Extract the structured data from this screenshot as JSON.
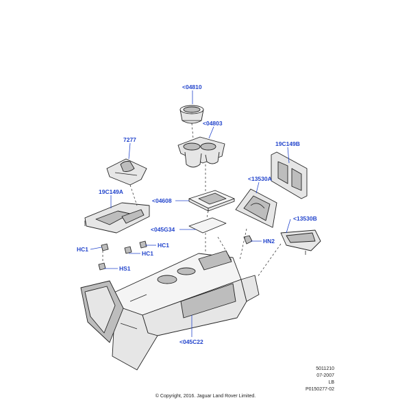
{
  "callouts": {
    "c04810": "<04810",
    "c04803": "<04803",
    "c7277": "7277",
    "c19C149B": "19C149B",
    "c13530A": "<13530A",
    "c19C149A": "19C149A",
    "c04608": "<04608",
    "c13530B": "<13530B",
    "c045G34": "<045G34",
    "cHN2": "HN2",
    "cHC1a": "HC1",
    "cHC1b": "HC1",
    "cHC1c": "HC1",
    "cHS1": "HS1",
    "c045C22": "<045C22"
  },
  "reference": {
    "code": "5011210",
    "date": "07-2007",
    "market": "LB",
    "illustration": "P0150277-02"
  },
  "copyright": "© Copyright, 2016. Jaguar Land Rover Limited.",
  "colors": {
    "callout": "#2244cc",
    "line": "#222222"
  }
}
